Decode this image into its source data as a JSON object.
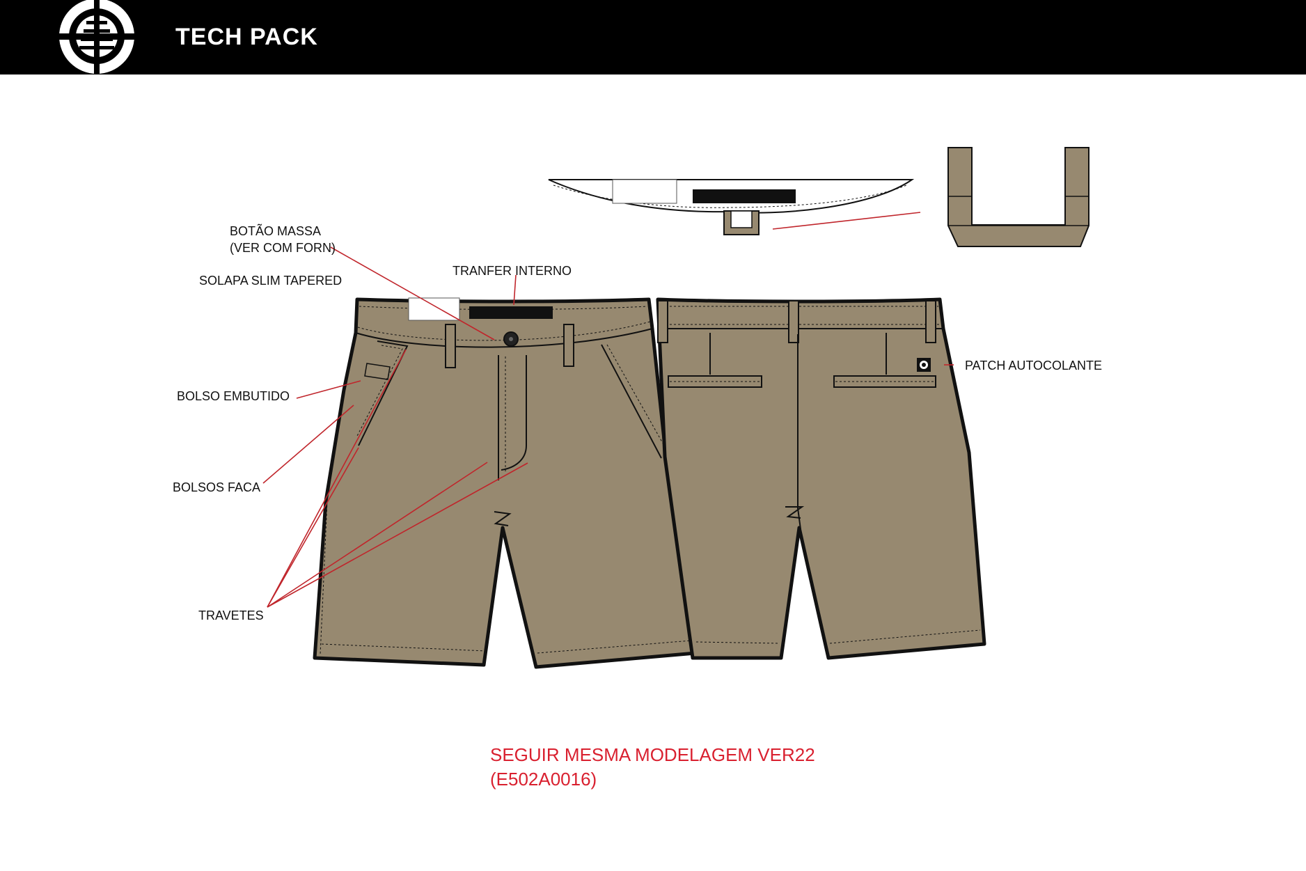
{
  "header": {
    "title": "TECH PACK",
    "logo_icon": "element-tree-logo-icon"
  },
  "labels": {
    "botao_massa_line1": "BOTÃO MASSA",
    "botao_massa_line2": "(VER COM FORN)",
    "solapa": "SOLAPA SLIM TAPERED",
    "tranfer": "TRANFER INTERNO",
    "bolso_embutido": "BOLSO EMBUTIDO",
    "bolsos_faca": "BOLSOS FACA",
    "travetes": "TRAVETES",
    "patch": "PATCH AUTOCOLANTE"
  },
  "note": {
    "line1": "SEGUIR MESMA  MODELAGEM VER22",
    "line2": "(E502A0016)"
  },
  "colors": {
    "fabric": "#978970",
    "outline": "#111111",
    "leader": "#c0252b",
    "note": "#d9202f"
  }
}
